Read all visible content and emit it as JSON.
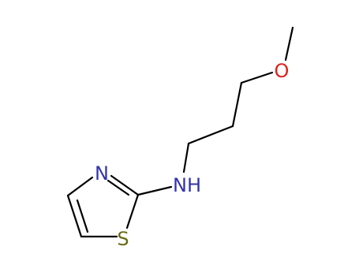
{
  "molecule": {
    "atoms": {
      "sulfur": "S",
      "ring_nitrogen": "N",
      "amine": "NH",
      "oxygen": "O"
    },
    "colors": {
      "bond": "#000000",
      "nitrogen": "#3333aa",
      "sulfur": "#6b6b12",
      "oxygen": "#e0201b"
    }
  }
}
